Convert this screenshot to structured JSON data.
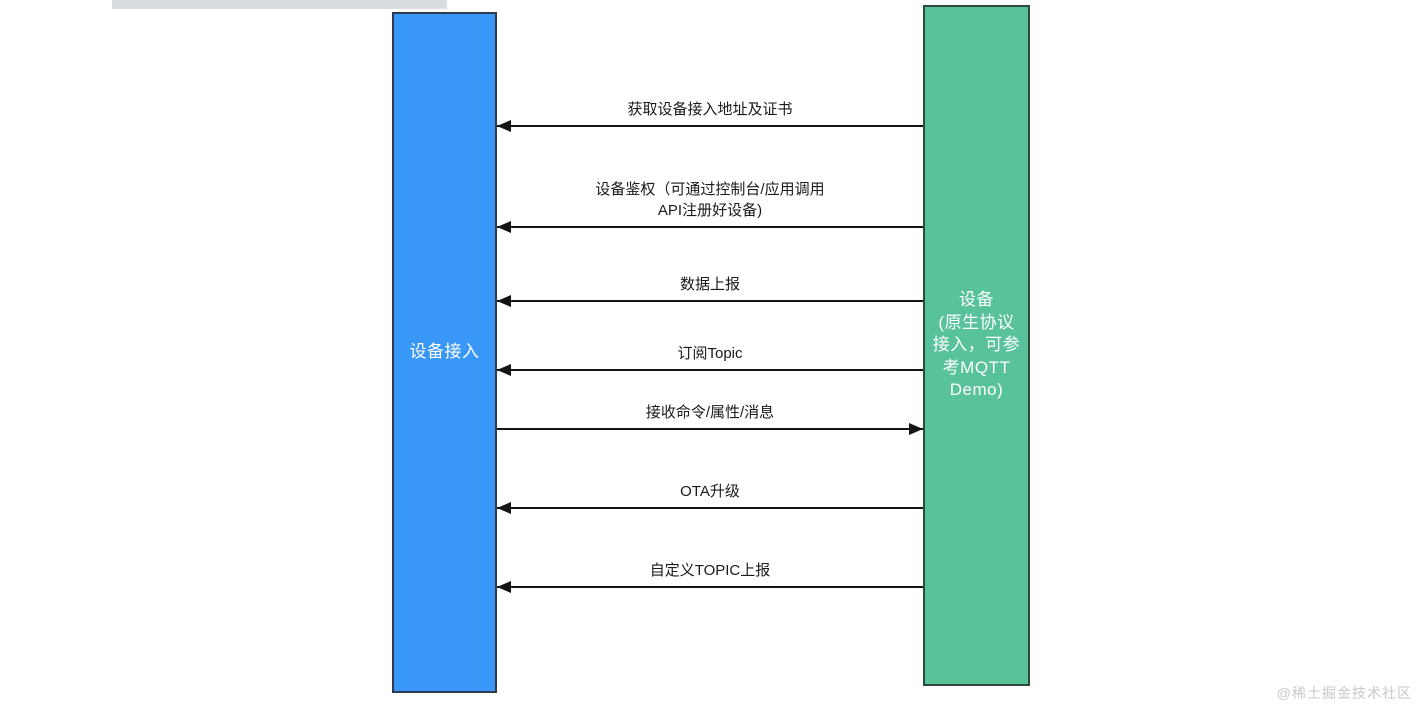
{
  "diagram": {
    "left_lane": {
      "label": "设备接入",
      "fill": "#3897f7",
      "text_color": "#ffffff"
    },
    "right_lane": {
      "label": "设备\n(原生协议\n接入，可参\n考MQTT\nDemo)",
      "fill": "#58c29b",
      "text_color": "#ffffff"
    },
    "arrow_color": "#141414",
    "messages": [
      {
        "label": "获取设备接入地址及证书",
        "direction": "right-to-left"
      },
      {
        "label": "设备鉴权（可通过控制台/应用调用\nAPI注册好设备)",
        "direction": "right-to-left"
      },
      {
        "label": "数据上报",
        "direction": "right-to-left"
      },
      {
        "label": "订阅Topic",
        "direction": "right-to-left"
      },
      {
        "label": "接收命令/属性/消息",
        "direction": "left-to-right"
      },
      {
        "label": "OTA升级",
        "direction": "right-to-left"
      },
      {
        "label": "自定义TOPIC上报",
        "direction": "right-to-left"
      }
    ]
  },
  "artifact_bar": {
    "color": "#d9dde2"
  },
  "watermark": {
    "text": "@稀土掘金技术社区",
    "color": "#c9c9c9"
  }
}
